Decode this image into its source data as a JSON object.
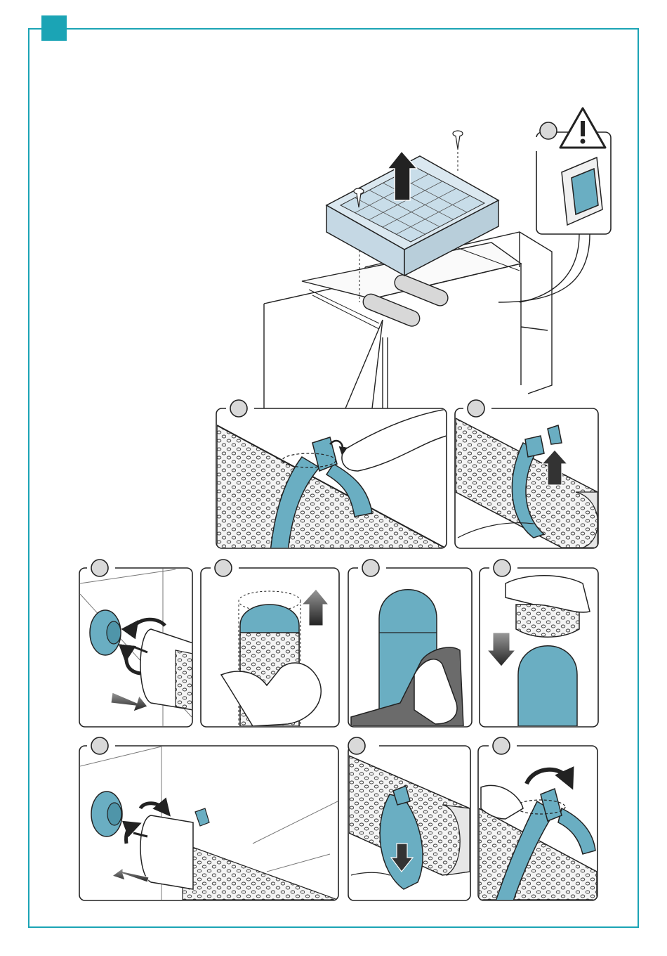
{
  "page": {
    "accent_color": "#1ba4b5",
    "filter_color": "#6aaec2",
    "line_color": "#1a1a1a",
    "marker_color": "#d9d9d9"
  },
  "icons": {
    "warning": "warning-triangle-icon",
    "power_switch": "power-switch-icon",
    "screw": "screw-icon",
    "arrow": "arrow-icon",
    "rotate": "rotate-arrow-icon"
  },
  "steps": [
    {
      "id": "power-off",
      "label": ""
    },
    {
      "id": "release-clamp",
      "label": ""
    },
    {
      "id": "remove-clamp",
      "label": ""
    },
    {
      "id": "unscrew-cap",
      "label": ""
    },
    {
      "id": "pull-sleeve",
      "label": ""
    },
    {
      "id": "clean-cartridge",
      "label": ""
    },
    {
      "id": "refit-sleeve",
      "label": ""
    },
    {
      "id": "refit-cap",
      "label": ""
    },
    {
      "id": "fit-clamp",
      "label": ""
    },
    {
      "id": "close-clamp",
      "label": ""
    }
  ]
}
